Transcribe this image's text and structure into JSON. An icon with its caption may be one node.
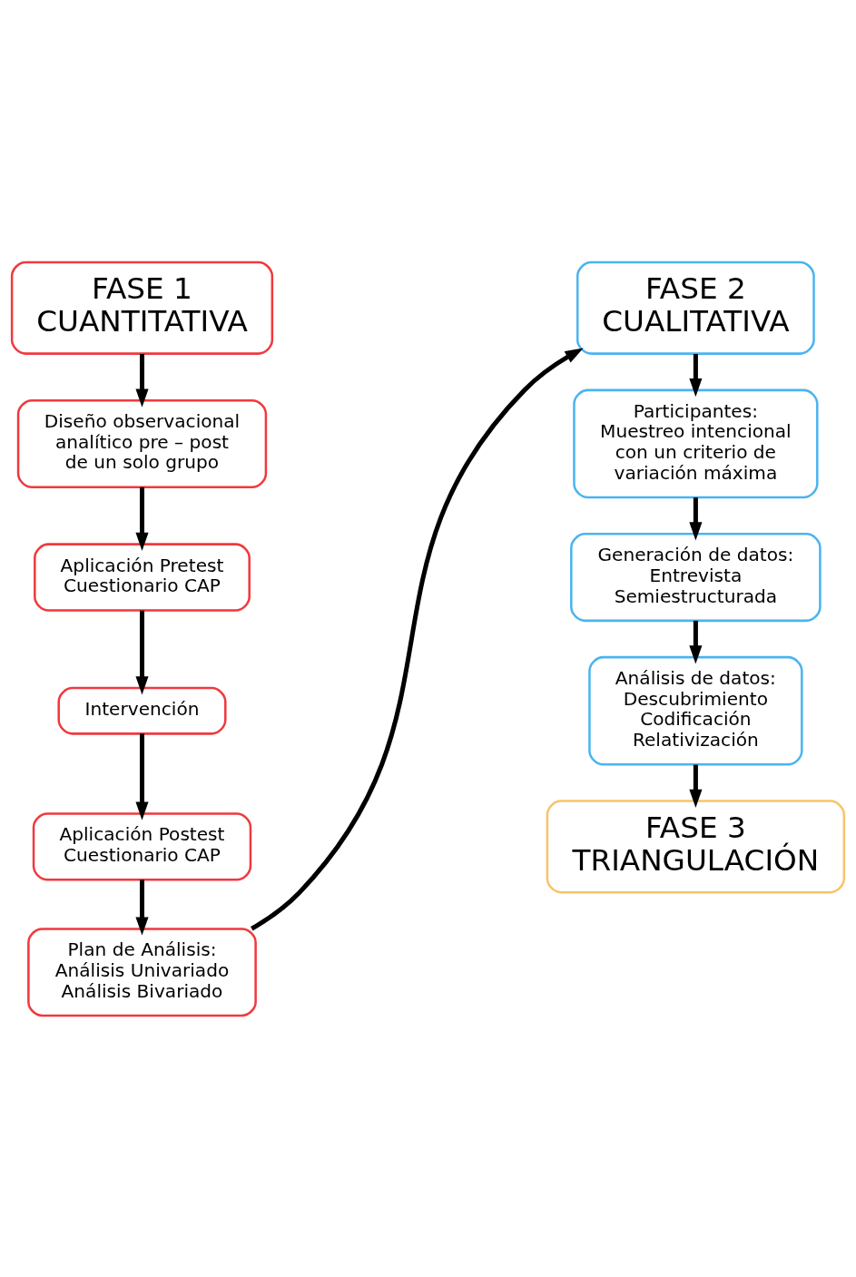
{
  "diagram": {
    "nodes": [
      {
        "text": [
          "FASE 1 CUANTITATIVA"
        ]
      },
      {
        "text": [
          "Diseño observacional analítico pre – post de un solo grupo"
        ]
      },
      {
        "text": [
          "Aplicación Pretest Cuestionario CAP"
        ]
      },
      {
        "text": [
          "Intervención"
        ]
      },
      {
        "text": [
          "Aplicación Postest Cuestionario CAP"
        ]
      },
      {
        "text": [
          "Plan de Análisis:",
          "Análisis Univariado",
          "Análisis Bivariado"
        ]
      },
      {
        "text": [
          "FASE 2 CUALITATIVA"
        ]
      },
      {
        "text": [
          "Participantes: Muestreo intencional con un criterio de variación máxima"
        ]
      },
      {
        "text": [
          "Generación de datos: Entrevista Semiestructurada"
        ]
      },
      {
        "text": [
          "Análisis de datos:",
          "Descubrimiento",
          "Codificación",
          "Relativización"
        ]
      },
      {
        "text": [
          "FASE 3 TRIANGULACIÓN"
        ]
      }
    ],
    "edges": [
      {
        "from": 0,
        "to": 1,
        "arrow": "to"
      },
      {
        "from": 1,
        "to": 2,
        "arrow": "to"
      },
      {
        "from": 2,
        "to": 3,
        "arrow": "to"
      },
      {
        "from": 3,
        "to": 4,
        "arrow": "to"
      },
      {
        "from": 4,
        "to": 5,
        "arrow": "to"
      },
      {
        "from": 5,
        "to": 6,
        "arrow": "to"
      },
      {
        "from": 6,
        "to": 7,
        "arrow": "to"
      },
      {
        "from": 7,
        "to": 8,
        "arrow": "to"
      },
      {
        "from": 8,
        "to": 9,
        "arrow": "to"
      },
      {
        "from": 9,
        "to": 10,
        "arrow": "to"
      }
    ]
  }
}
